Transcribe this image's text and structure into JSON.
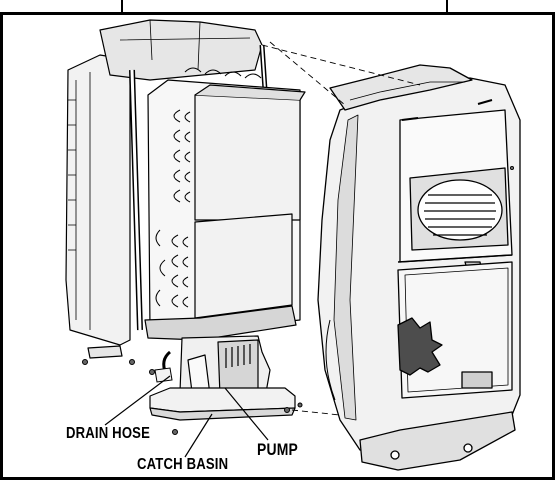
{
  "diagram": {
    "labels": {
      "drain_hose": "DRAIN HOSE",
      "catch_basin": "CATCH BASIN",
      "pump": "PUMP"
    },
    "colors": {
      "line": "#000000",
      "light_fill": "#f2f2f2",
      "mid_fill": "#d6d6d6",
      "dark_fill": "#4d4d4d",
      "background": "#ffffff"
    }
  }
}
